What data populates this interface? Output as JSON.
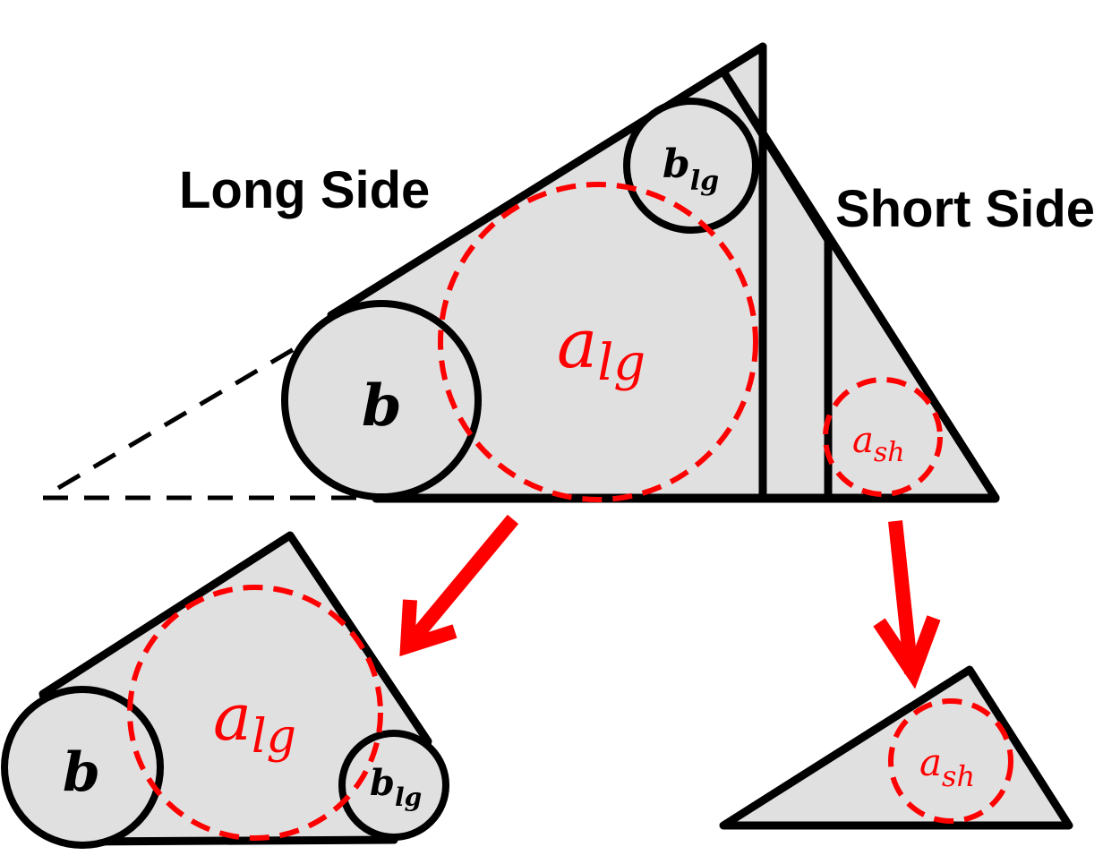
{
  "labels": {
    "long_side": "Long Side",
    "short_side": "Short Side"
  },
  "symbols": {
    "b": "b",
    "b_lg_base": "b",
    "b_lg_sub": "lg",
    "a_lg_base": "a",
    "a_lg_sub": "lg",
    "a_sh_base": "a",
    "a_sh_sub": "sh"
  },
  "colors": {
    "region_fill": "#e0e0e0",
    "outline": "#000000",
    "highlight": "#ff0000"
  }
}
